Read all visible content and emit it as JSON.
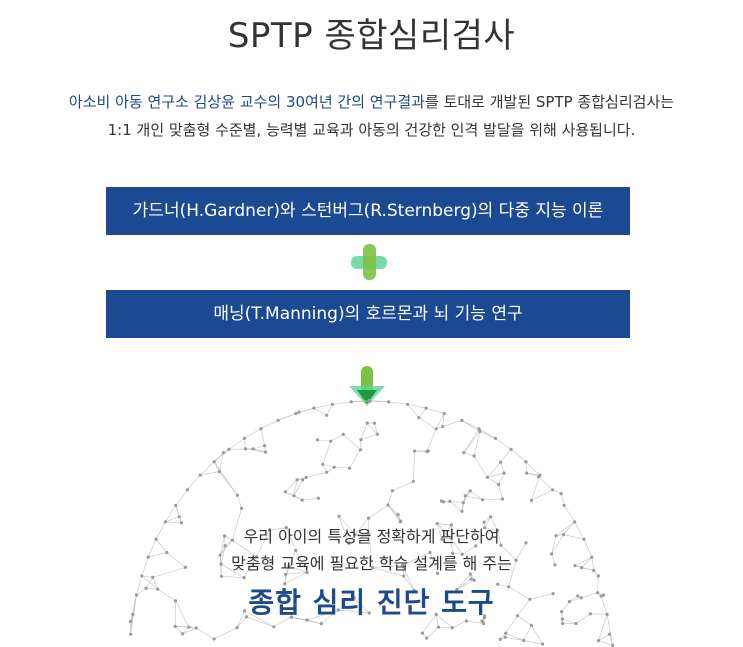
{
  "page_title": "SPTP 종합심리검사",
  "intro": {
    "line1_highlight": "아소비 아동 연구소 김상윤 교수의 30여년 간의 연구결과",
    "line1_rest": "를 토대로 개발된 SPTP 종합심리검사는",
    "line2": "1:1 개인 맞춤형 수준별, 능력별 교육과 아동의 건강한 인격 발달을 위해 사용됩니다."
  },
  "theories": [
    {
      "label": "가드너(H.Gardner)와 스턴버그(R.Sternberg)의 다중 지능 이론"
    },
    {
      "label": "매닝(T.Manning)의 호르몬과 뇌 기능 연구"
    }
  ],
  "outro": {
    "line1": "우리 아이의 특성을 정확하게 판단하여",
    "line2": "맞춤형 교육에 필요한 학습 설계를 해 주는"
  },
  "tool_title": "종합 심리 진단 도구",
  "colors": {
    "title_text": "#333333",
    "highlight_text": "#1b4a8c",
    "box_background": "#1c4a92",
    "box_text": "#ffffff",
    "plus_light_green": "#5fd39a",
    "plus_green": "#7cc242",
    "arrow_green": "#1e9b3a",
    "network_gray": "#b8b8b8"
  },
  "icons": {
    "plus": "plus-icon",
    "arrow": "down-arrow-icon",
    "network": "brain-network-illustration"
  }
}
